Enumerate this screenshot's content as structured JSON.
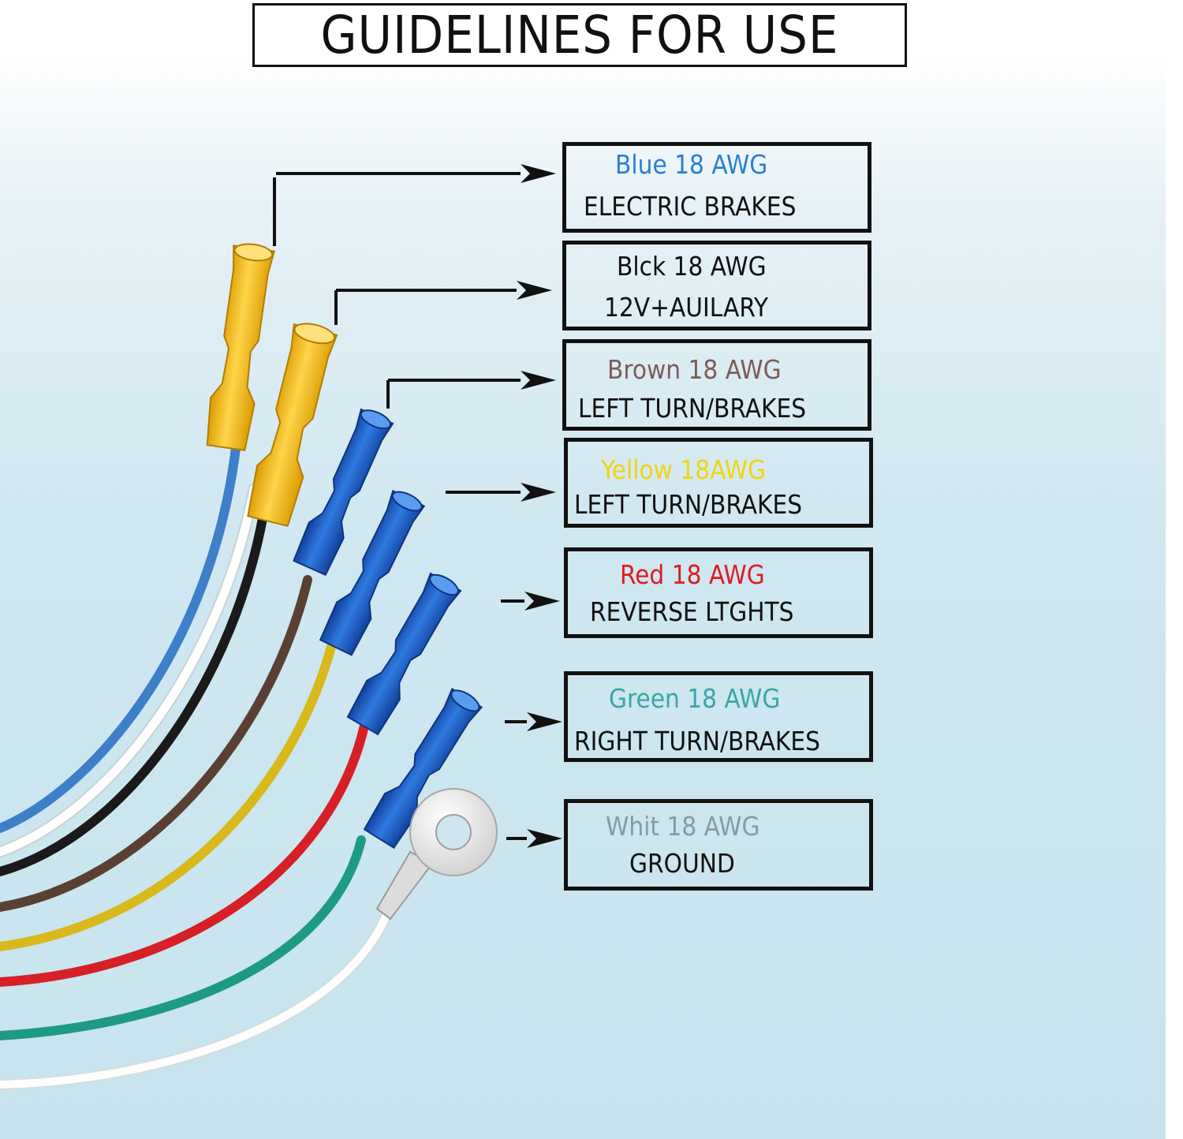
{
  "title": "GUIDELINES FOR USE",
  "labels": [
    {
      "wire": "Blue 18 AWG",
      "function": "ELECTRIC BRAKES",
      "color": "#2a7fd4"
    },
    {
      "wire": "Blck 18 AWG",
      "function": "12V+AUILARY",
      "color": "#111111"
    },
    {
      "wire": "Brown 18 AWG",
      "function": "LEFT TURN/BRAKES",
      "color": "#7d5c58"
    },
    {
      "wire": "Yellow 18AWG",
      "function": "LEFT TURN/BRAKES",
      "color": "#f0d410"
    },
    {
      "wire": "Red 18 AWG",
      "function": "REVERSE LTGHTS",
      "color": "#e01a22"
    },
    {
      "wire": "Green 18 AWG",
      "function": "RIGHT TURN/BRAKES",
      "color": "#3aa6a6"
    },
    {
      "wire": "Whit 18 AWG",
      "function": "GROUND",
      "color": "#8a9aa2"
    }
  ],
  "colors": {
    "wire_blue": "#3d7fc8",
    "wire_white": "#ffffff",
    "wire_black": "#1a1a1a",
    "wire_brown": "#5a4034",
    "wire_yellow": "#d8b81a",
    "wire_red": "#d61f26",
    "wire_green": "#1e9a82",
    "connector_yellow": "#f2bf1c",
    "connector_blue": "#1e5fc4",
    "ring_terminal": "#e9e9e9"
  }
}
